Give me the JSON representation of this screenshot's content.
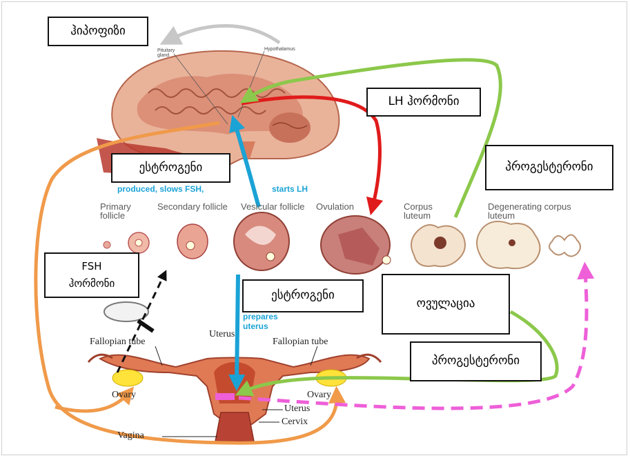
{
  "boxes": {
    "hypophysis": "ჰიპოფიზი",
    "lh_hormone": "LH ჰორმონი",
    "estrogen_top": "ესტროგენი",
    "progesterone_top": "პროგესტერონი",
    "fsh_line1": "FSH",
    "fsh_line2": "ჰორმონი",
    "estrogen_mid": "ესტროგენი",
    "ovulation": "ოვულაცია",
    "progesterone_bottom": "პროგესტერონი"
  },
  "brain_labels": {
    "pituitary": "Pituitary gland",
    "hypothalamus": "Hypothalamus"
  },
  "caption_labels": {
    "produced": "produced, slows FSH,",
    "starts": "starts LH",
    "prepares_line1": "prepares",
    "prepares_line2": "uterus"
  },
  "stages": [
    "Primary follicle",
    "Secondary follicle",
    "Vesicular follicle",
    "Ovulation",
    "Corpus luteum",
    "Degenerating corpus luteum"
  ],
  "anatomy_labels": {
    "fallopian_left": "Fallopian tube",
    "uterus_top": "Uterus",
    "fallopian_right": "Fallopian tube",
    "ovary_left": "Ovary",
    "ovary_right": "Ovary",
    "uterus_side": "Uterus",
    "cervix": "Cervix",
    "vagina": "Vagina"
  },
  "colors": {
    "estrogen_arrow": "#1ba3d6",
    "lh_arrow": "#e01b1b",
    "progesterone_arrow": "#8cc84b",
    "fsh_arrow": "#f09a4a",
    "progesterone_dashed": "#ee5fd8",
    "feedback_arrow": "#c7c7c7"
  }
}
